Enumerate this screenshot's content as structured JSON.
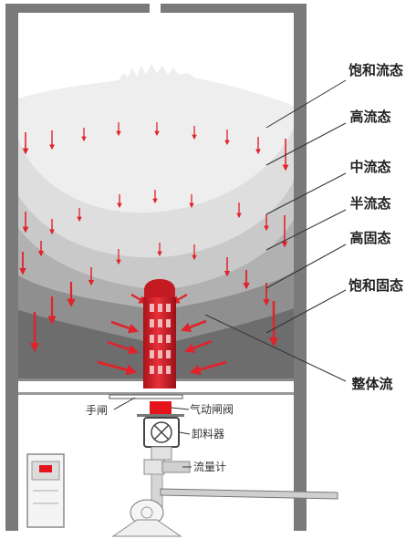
{
  "zones": [
    {
      "id": "zone1",
      "label": "饱和流态",
      "color": "#eeeeee"
    },
    {
      "id": "zone2",
      "label": "高流态",
      "color": "#dedede"
    },
    {
      "id": "zone3",
      "label": "中流态",
      "color": "#c9c9c9"
    },
    {
      "id": "zone4",
      "label": "半流态",
      "color": "#b1b1b1"
    },
    {
      "id": "zone5",
      "label": "高固态",
      "color": "#8f8f8f"
    },
    {
      "id": "zone6",
      "label": "饱和固态",
      "color": "#6d6d6d"
    }
  ],
  "core_label": "整体流",
  "components": {
    "hand_gate": "手闸",
    "pneumatic_valve": "气动闸阀",
    "unloader": "卸料器",
    "flowmeter": "流量计"
  },
  "colors": {
    "arrow": "#e0232b",
    "wall": "#7a7a7a",
    "valve": "#e3141c",
    "core": "#d11f27"
  }
}
